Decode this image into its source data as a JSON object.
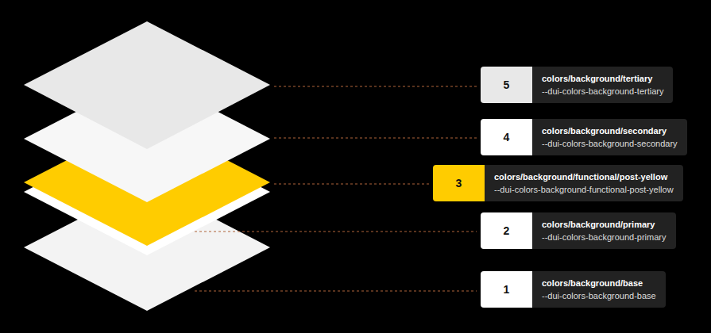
{
  "diagram": {
    "nodes": [
      {
        "text": [
          "5",
          "colors/background/tertiary",
          "--dui-colors-background-tertiary"
        ]
      },
      {
        "text": [
          "4",
          "colors/background/secondary",
          "--dui-colors-background-secondary"
        ]
      },
      {
        "text": [
          "3",
          "colors/background/functional/post-yellow",
          "--dui-colors-background-functional-post-yellow"
        ]
      },
      {
        "text": [
          "2",
          "colors/background/primary",
          "--dui-colors-background-primary"
        ]
      },
      {
        "text": [
          "1",
          "colors/background/base",
          "--dui-colors-background-base"
        ]
      }
    ]
  }
}
